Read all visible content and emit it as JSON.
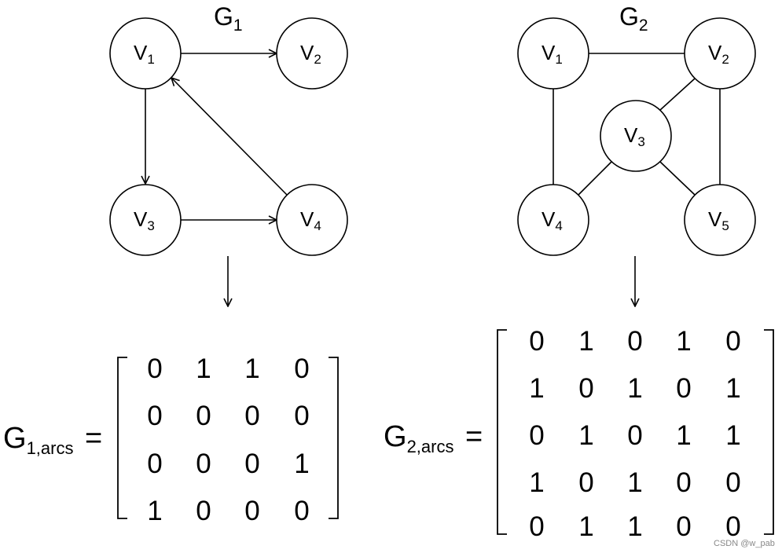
{
  "graphs": {
    "g1": {
      "title": "G",
      "title_sub": "1",
      "directed": true,
      "nodes": [
        {
          "id": "v1",
          "label": "V",
          "sub": "1"
        },
        {
          "id": "v2",
          "label": "V",
          "sub": "2"
        },
        {
          "id": "v3",
          "label": "V",
          "sub": "3"
        },
        {
          "id": "v4",
          "label": "V",
          "sub": "4"
        }
      ],
      "edges": [
        {
          "from": "v1",
          "to": "v2"
        },
        {
          "from": "v1",
          "to": "v3"
        },
        {
          "from": "v3",
          "to": "v4"
        },
        {
          "from": "v4",
          "to": "v1"
        }
      ]
    },
    "g2": {
      "title": "G",
      "title_sub": "2",
      "directed": false,
      "nodes": [
        {
          "id": "v1",
          "label": "V",
          "sub": "1"
        },
        {
          "id": "v2",
          "label": "V",
          "sub": "2"
        },
        {
          "id": "v3",
          "label": "V",
          "sub": "3"
        },
        {
          "id": "v4",
          "label": "V",
          "sub": "4"
        },
        {
          "id": "v5",
          "label": "V",
          "sub": "5"
        }
      ],
      "edges": [
        {
          "from": "v1",
          "to": "v2"
        },
        {
          "from": "v1",
          "to": "v4"
        },
        {
          "from": "v2",
          "to": "v3"
        },
        {
          "from": "v2",
          "to": "v5"
        },
        {
          "from": "v3",
          "to": "v4"
        },
        {
          "from": "v3",
          "to": "v5"
        }
      ]
    }
  },
  "matrices": {
    "g1": {
      "label": "G",
      "label_sub": "1,arcs",
      "equals": "=",
      "rows": [
        [
          "0",
          "1",
          "1",
          "0"
        ],
        [
          "0",
          "0",
          "0",
          "0"
        ],
        [
          "0",
          "0",
          "0",
          "1"
        ],
        [
          "1",
          "0",
          "0",
          "0"
        ]
      ]
    },
    "g2": {
      "label": "G",
      "label_sub": "2,arcs",
      "equals": "=",
      "rows": [
        [
          "0",
          "1",
          "0",
          "1",
          "0"
        ],
        [
          "1",
          "0",
          "1",
          "0",
          "1"
        ],
        [
          "0",
          "1",
          "0",
          "1",
          "1"
        ],
        [
          "1",
          "0",
          "1",
          "0",
          "0"
        ],
        [
          "0",
          "1",
          "1",
          "0",
          "0"
        ]
      ]
    }
  },
  "watermark": "CSDN @w_pab"
}
